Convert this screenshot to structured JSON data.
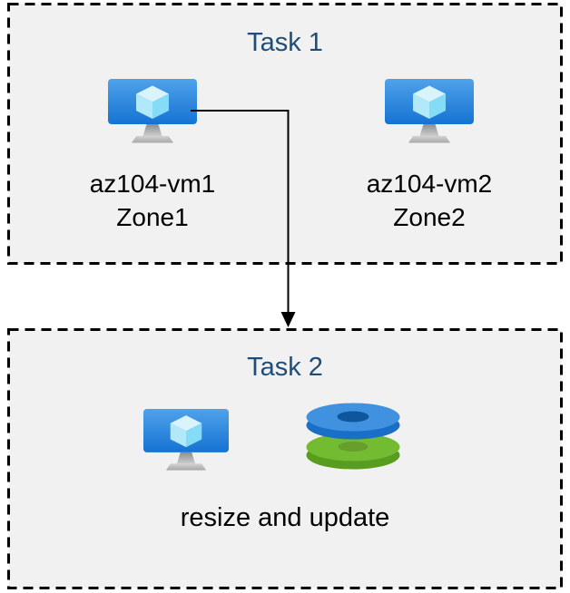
{
  "diagram": {
    "background": "#ffffff",
    "box_fill": "#f1f1f1",
    "box_border_color": "#000000",
    "title_color": "#1d4e79",
    "text_color": "#000000",
    "arrow_color": "#000000"
  },
  "task1": {
    "title": "Task 1",
    "vms": [
      {
        "name": "az104-vm1",
        "zone": "Zone1",
        "icon": "virtual-machine-icon"
      },
      {
        "name": "az104-vm2",
        "zone": "Zone2",
        "icon": "virtual-machine-icon"
      }
    ]
  },
  "task2": {
    "title": "Task 2",
    "caption": "resize and update",
    "icons": [
      "virtual-machine-icon",
      "disks-icon"
    ]
  },
  "icon_colors": {
    "vm_screen_top": "#4fa2ea",
    "vm_screen_bottom": "#1673d3",
    "cube_top": "#daf4fd",
    "cube_left": "#b2e9fa",
    "cube_right": "#85dcf6",
    "stand_dark": "#8e8e8e",
    "stand_light": "#cdcdcd",
    "base_light": "#d2d2d2",
    "base_dark": "#a8a8a8",
    "disk_blue_top": "#4092e0",
    "disk_blue_side": "#1b6ec5",
    "disk_blue_hole": "#0e579f",
    "disk_green_top": "#73bb31",
    "disk_green_side": "#589c20",
    "disk_green_hole": "#689e2b"
  }
}
